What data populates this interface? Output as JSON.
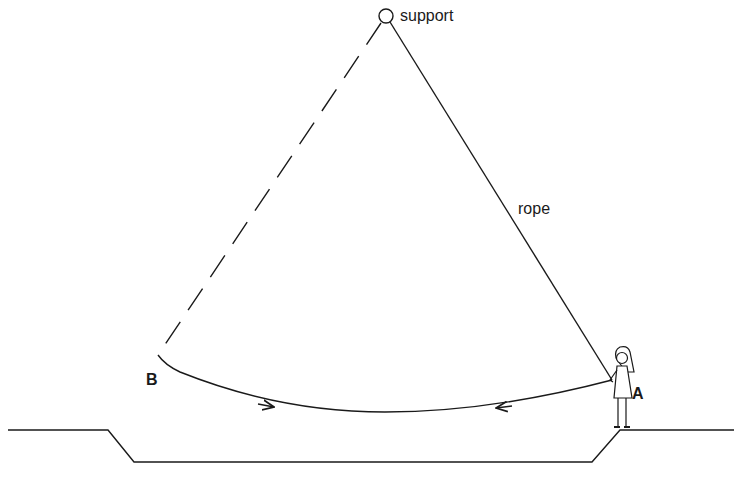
{
  "diagram": {
    "labels": [
      "support",
      "rope",
      "B",
      "A"
    ]
  }
}
